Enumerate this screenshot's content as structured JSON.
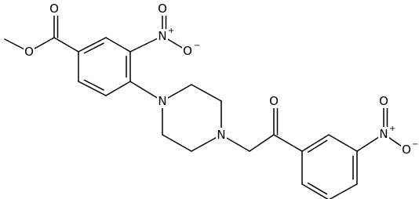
{
  "atoms": {
    "ester_o_carbonyl": "O",
    "ester_o_single": "O",
    "nitro1_n": "N",
    "nitro1_n_charge": "+",
    "nitro1_o_top": "O",
    "nitro1_o_right": "O",
    "nitro1_o_right_charge": "−",
    "pip_n1": "N",
    "pip_n4": "N",
    "ketone_o": "O",
    "nitro2_n": "N",
    "nitro2_n_charge": "+",
    "nitro2_o_top": "O",
    "nitro2_o_right": "O",
    "nitro2_o_right_charge": "−"
  }
}
